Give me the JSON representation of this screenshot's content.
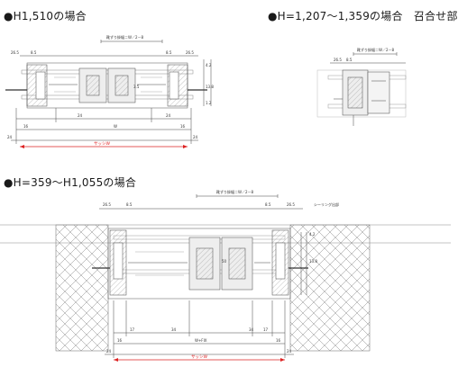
{
  "headings": {
    "full": "●H1,510の場合",
    "junction": "●H=1,207〜1,359の場合　召合せ部",
    "short": "●H=359〜H1,055の場合"
  },
  "labels": {
    "d1": {
      "top_note": "靴ずり掛幅＝W／2－8",
      "dim_265_l": "26.5",
      "dim_85_l": "8.5",
      "dim_85_r": "8.5",
      "dim_265_r": "26.5",
      "dim_42": "4.2",
      "dim_138": "13.8",
      "dim_12": "1.2",
      "dim_35": "3.5",
      "dim_24_a": "24",
      "dim_24_b": "24",
      "dim_16_l": "16",
      "dim_16_r": "16",
      "dim_w": "W",
      "dim_24_l": "24",
      "dim_24_r": "24",
      "sash_w": "サッシW"
    },
    "d2": {
      "top_note": "靴ずり掛幅＝W／2－8",
      "dim_265": "26.5",
      "dim_85": "8.5"
    },
    "d3": {
      "top_note": "靴ずり掛幅＝W／2－8",
      "seal_note": "シーリング出部",
      "dim_265_l": "26.5",
      "dim_85_l": "8.5",
      "dim_85_r": "8.5",
      "dim_265_r": "26.5",
      "dim_42": "4.2",
      "dim_138": "13.8",
      "dim_50": "50",
      "dim_17_l": "17",
      "dim_17_r": "17",
      "dim_34_l": "34",
      "dim_34_r": "34",
      "dim_16_l": "16",
      "dim_16_r": "16",
      "wh_w": "W+FIX",
      "dim_24_l": "24",
      "dim_24_r": "24",
      "sash_w": "サッシW"
    }
  },
  "colors": {
    "line": "#444444",
    "red": "#dd2222",
    "grey": "#bdbdbd",
    "dark": "#555555"
  }
}
